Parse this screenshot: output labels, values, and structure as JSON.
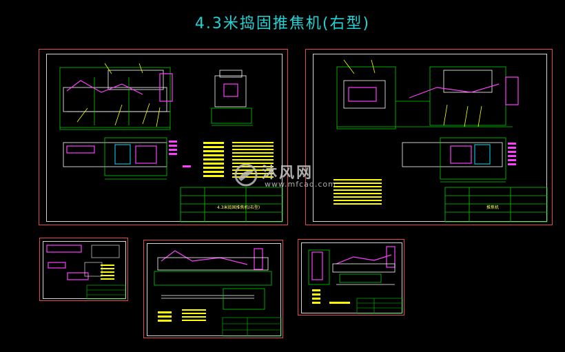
{
  "title": "4.3米捣固推焦机(右型)",
  "watermark": {
    "name": "沐风网",
    "url": "www.mfcad.com"
  },
  "sheets": [
    {
      "id": "sheet-1",
      "title_block_text": "4.3米捣固推焦机(右型)"
    },
    {
      "id": "sheet-2",
      "title_block_text": "推焦机"
    },
    {
      "id": "sheet-3"
    },
    {
      "id": "sheet-4"
    },
    {
      "id": "sheet-5"
    }
  ],
  "colors": {
    "title": "#22d3d6",
    "frame": "#e5484d",
    "inner": "#d8d8d8",
    "yellow": "#ffff00",
    "green": "#00d400",
    "magenta": "#ff3dff",
    "cyan": "#00e5ff",
    "white": "#ffffff"
  }
}
